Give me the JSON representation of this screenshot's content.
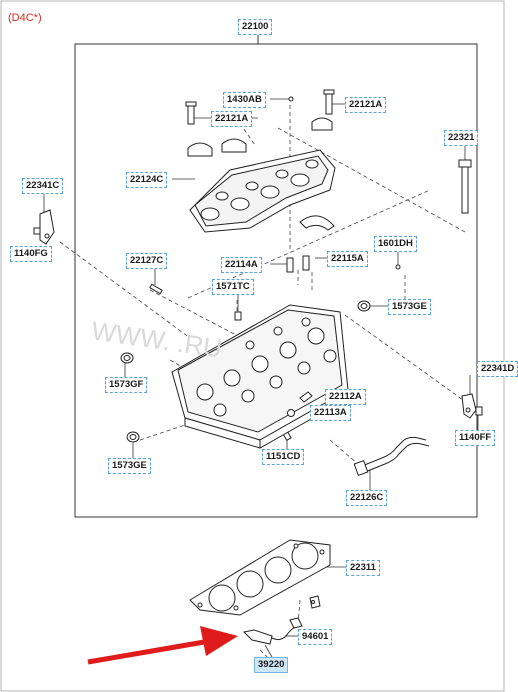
{
  "variant_label": "(D4C*)",
  "watermark": "WWW.  .RU",
  "colors": {
    "frame": "#333333",
    "label_border": "#59a3d9",
    "highlight_bg": "#cfe6f7",
    "arrow": "#e01b1b",
    "variant_text": "#d62a1e"
  },
  "labels": {
    "p22100": "22100",
    "p1430AB": "1430AB",
    "p22121A_top": "22121A",
    "p22121A_mid": "22121A",
    "p22321": "22321",
    "p22341C": "22341C",
    "p22124C": "22124C",
    "p1140FG": "1140FG",
    "p22127C": "22127C",
    "p22114A": "22114A",
    "p22115A": "22115A",
    "p1601DH": "1601DH",
    "p1571TC": "1571TC",
    "p1573GE_right": "1573GE",
    "p1573GF": "1573GF",
    "p22341D": "22341D",
    "p22112A": "22112A",
    "p22113A": "22113A",
    "p1140FF": "1140FF",
    "p1573GE_left": "1573GE",
    "p1151CD": "1151CD",
    "p22126C": "22126C",
    "p22311": "22311",
    "p94601": "94601",
    "p39220": "39220"
  }
}
